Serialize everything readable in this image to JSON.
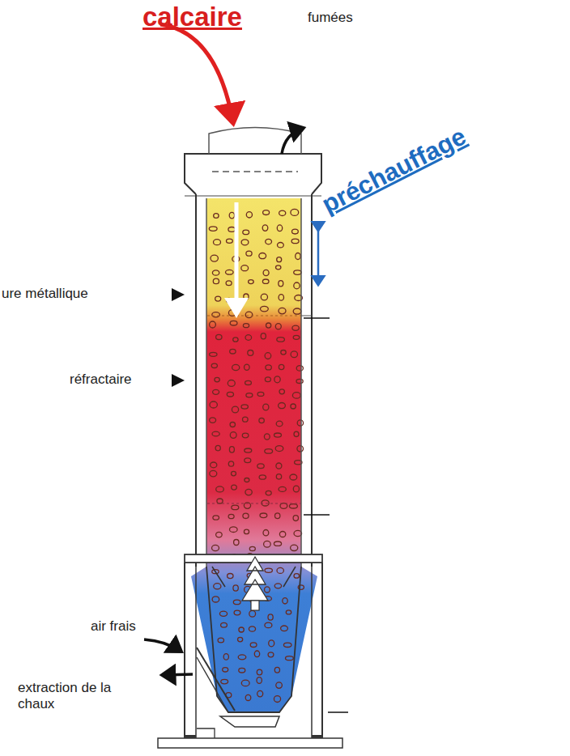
{
  "diagram": {
    "labels": [
      "calcaire",
      "fumées",
      "préchauffage",
      "ure métallique",
      "réfractaire",
      "air frais",
      "extraction de la chaux"
    ]
  }
}
